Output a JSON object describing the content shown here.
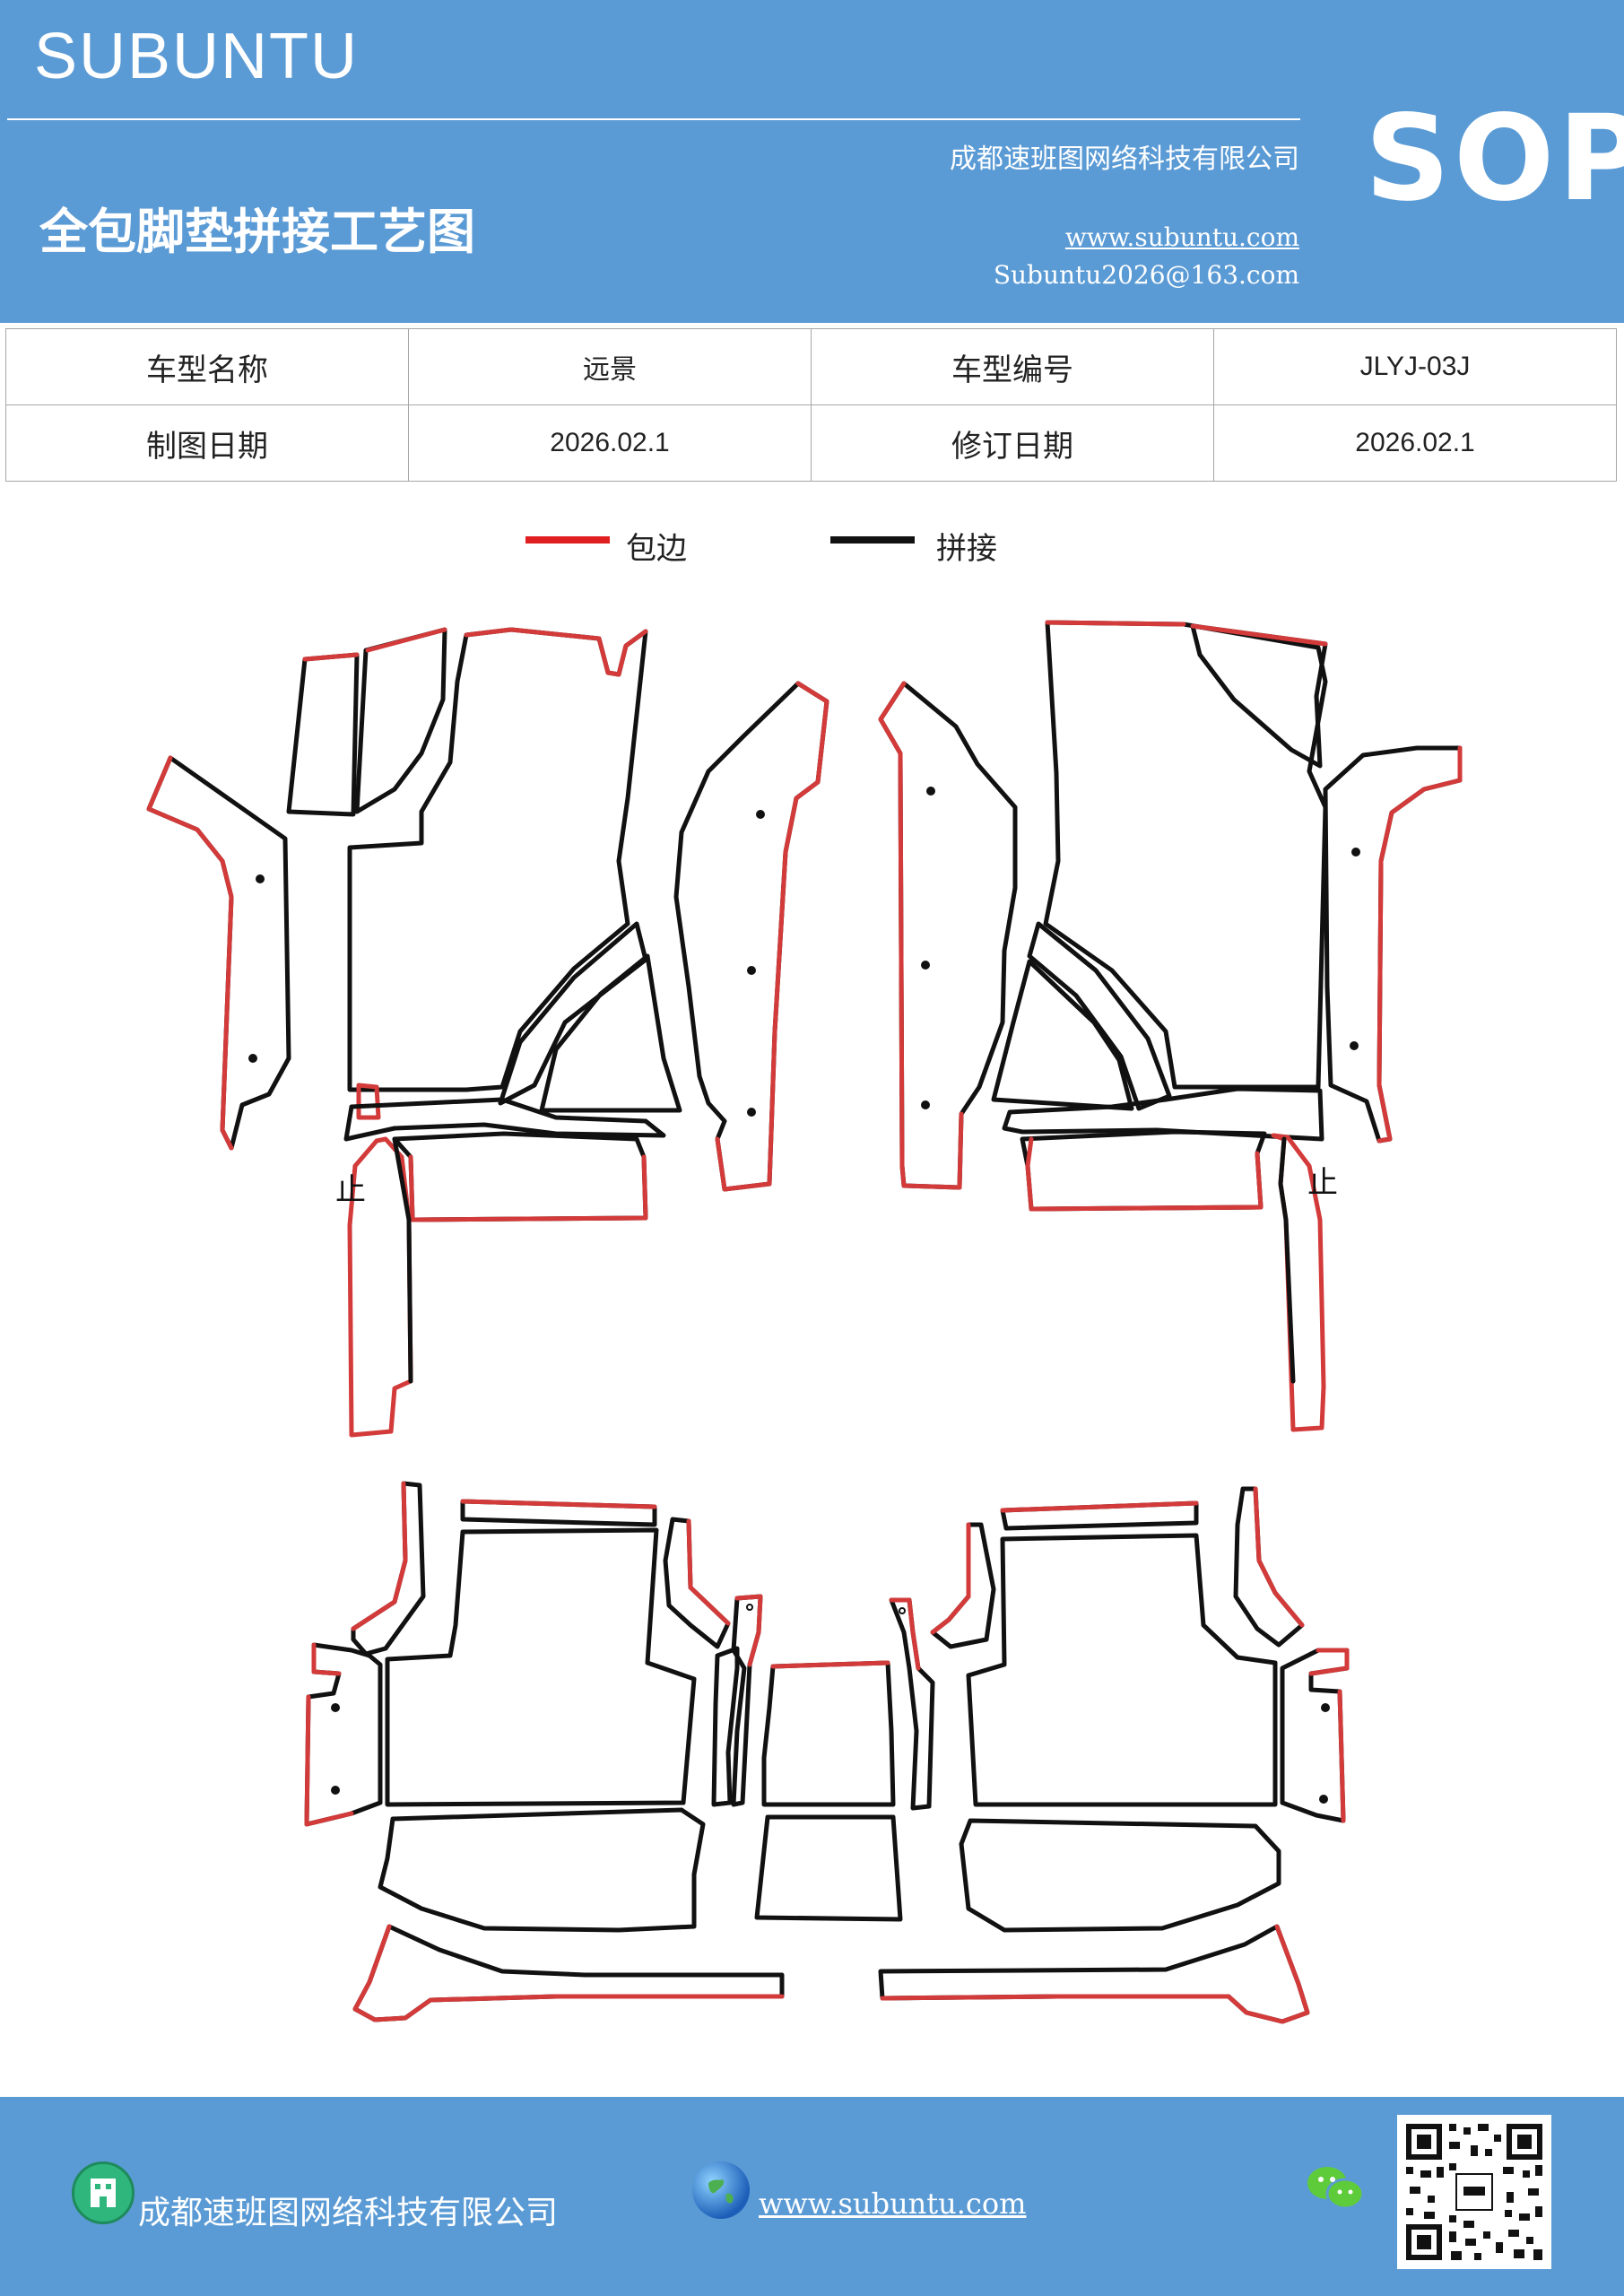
{
  "header": {
    "brand": "SUBUNTU",
    "company": "成都速班图网络科技有限公司",
    "title": "全包脚垫拼接工艺图",
    "website": "www.subuntu.com",
    "email": "Subuntu2026@163.com",
    "sop": "SOP"
  },
  "info_table": {
    "rows": [
      [
        "车型名称",
        "远景",
        "车型编号",
        "JLYJ-03J"
      ],
      [
        "制图日期",
        "2026.02.1",
        "修订日期",
        "2026.02.1"
      ]
    ]
  },
  "legend": {
    "items": [
      {
        "label": "包边",
        "color": "#e02020"
      },
      {
        "label": "拼接",
        "color": "#111111"
      }
    ]
  },
  "drawing": {
    "marks": [
      "止",
      "止"
    ],
    "edge_color": "#d33a3a",
    "seam_color": "#111111"
  },
  "footer": {
    "company": "成都速班图网络科技有限公司",
    "website": "www.subuntu.com"
  }
}
